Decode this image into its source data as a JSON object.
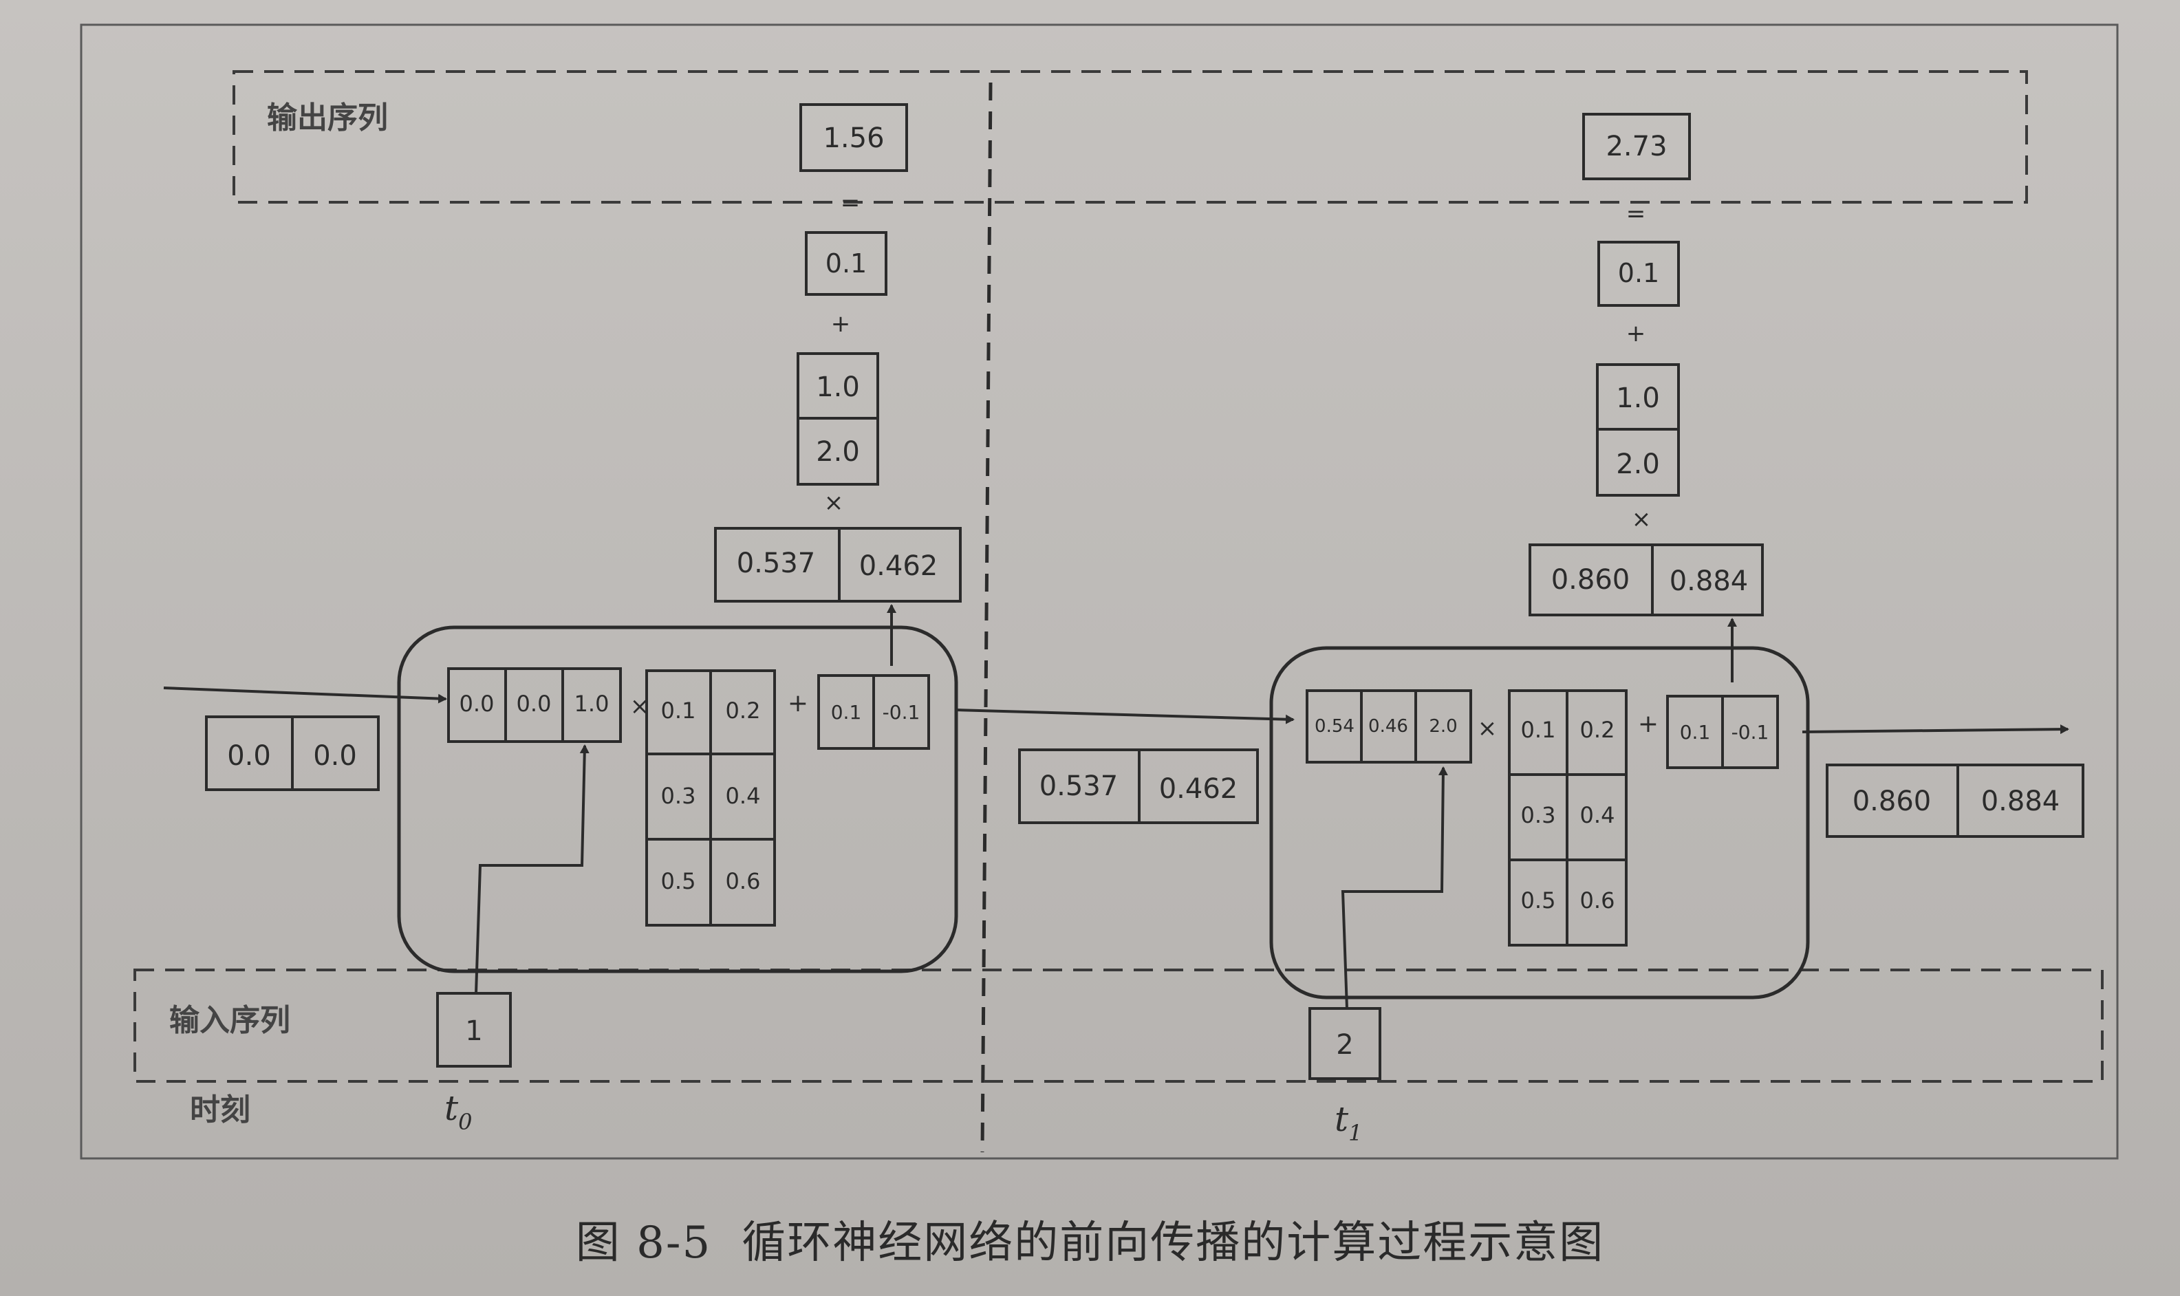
{
  "caption": {
    "figure_number": "图 8-5",
    "title": "循环神经网络的前向传播的计算过程示意图"
  },
  "labels": {
    "output_sequence": "输出序列",
    "input_sequence": "输入序列",
    "time": "时刻"
  },
  "steps": [
    {
      "time_label": "t",
      "time_sub": "0",
      "input": "1",
      "prev_state": [
        "0.0",
        "0.0"
      ],
      "concat": [
        "0.0",
        "0.0",
        "1.0"
      ],
      "times_op": "×",
      "plus_op": "+",
      "rnn_weight": [
        [
          "0.1",
          "0.2"
        ],
        [
          "0.3",
          "0.4"
        ],
        [
          "0.5",
          "0.6"
        ]
      ],
      "rnn_bias": [
        "0.1",
        "-0.1"
      ],
      "state": [
        "0.537",
        "0.462"
      ],
      "out_times": "×",
      "out_weight": [
        "1.0",
        "2.0"
      ],
      "out_plus": "+",
      "out_bias": "0.1",
      "equals": "=",
      "output": "1.56"
    },
    {
      "time_label": "t",
      "time_sub": "1",
      "input": "2",
      "prev_state": [
        "0.537",
        "0.462"
      ],
      "concat": [
        "0.54",
        "0.46",
        "2.0"
      ],
      "times_op": "×",
      "plus_op": "+",
      "rnn_weight": [
        [
          "0.1",
          "0.2"
        ],
        [
          "0.3",
          "0.4"
        ],
        [
          "0.5",
          "0.6"
        ]
      ],
      "rnn_bias": [
        "0.1",
        "-0.1"
      ],
      "state": [
        "0.860",
        "0.884"
      ],
      "out_times": "×",
      "out_weight": [
        "1.0",
        "2.0"
      ],
      "out_plus": "+",
      "out_bias": "0.1",
      "equals": "=",
      "output": "2.73"
    }
  ],
  "final_state": [
    "0.860",
    "0.884"
  ]
}
